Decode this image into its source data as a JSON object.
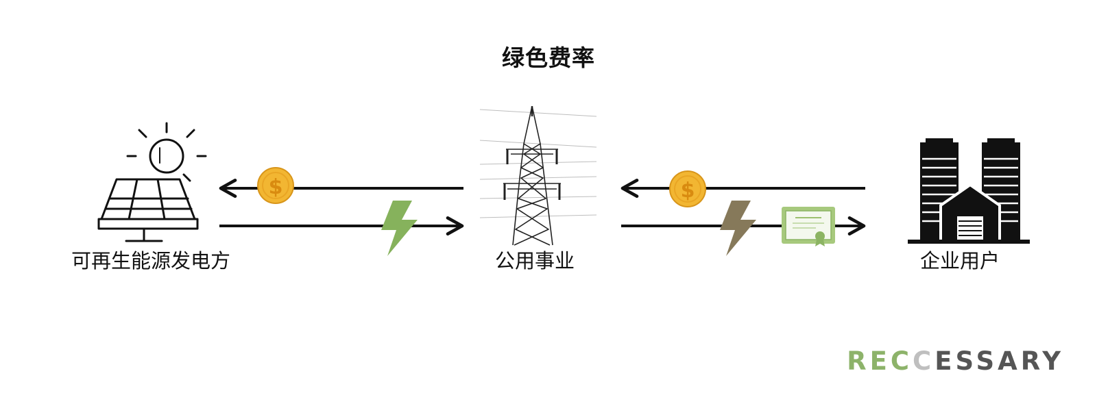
{
  "title": "绿色费率",
  "nodes": {
    "generator": {
      "label": "可再生能源发电方",
      "icon": "solar-panel-icon"
    },
    "utility": {
      "label": "公用事业",
      "icon": "transmission-tower-icon"
    },
    "corporate": {
      "label": "企业用户",
      "icon": "office-buildings-icon"
    }
  },
  "flows": {
    "payment_icon": "dollar-coin-icon",
    "electricity_icon": "lightning-bolt-icon",
    "certificate_icon": "certificate-icon"
  },
  "brand": {
    "parts": [
      {
        "text": "R",
        "color": "#8db36a"
      },
      {
        "text": "E",
        "color": "#8db36a"
      },
      {
        "text": "C",
        "color": "#8db36a"
      },
      {
        "text": "C",
        "color": "#bfbfbf"
      },
      {
        "text": "ESSARY",
        "color": "#555555"
      }
    ]
  },
  "colors": {
    "coin": "#f2b632",
    "bolt_green": "#86b25c",
    "bolt_olive": "#86795a",
    "certificate": "#a7c97d"
  }
}
